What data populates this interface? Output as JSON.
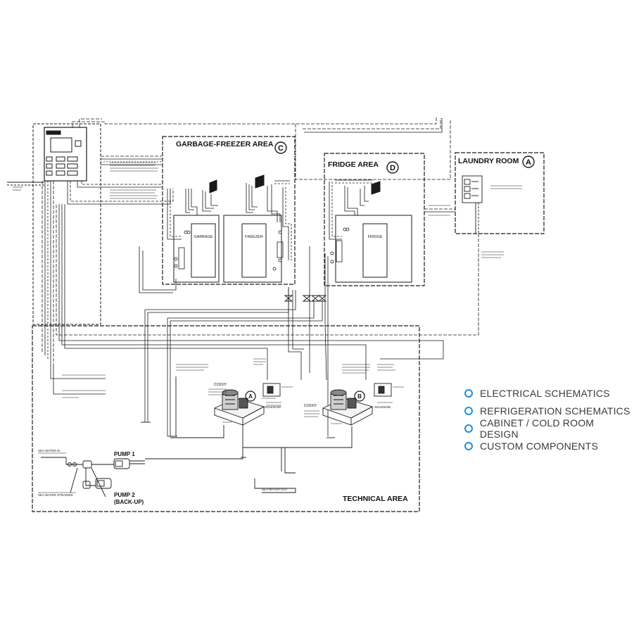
{
  "areas": {
    "garbage_freezer": {
      "title": "GARBAGE-FREEZER AREA",
      "marker": "C"
    },
    "fridge": {
      "title": "FRIDGE AREA",
      "marker": "D"
    },
    "laundry": {
      "title": "LAUNDRY ROOM",
      "marker": "A"
    },
    "technical": {
      "title": "TECHNICAL AREA"
    }
  },
  "cabinets": {
    "garbage": "GARBAGE",
    "freezer": "FREEZER",
    "fridge": "FRIDGE"
  },
  "units": {
    "unit_a": {
      "marker": "A",
      "model": "D1500Y"
    },
    "unit_b": {
      "marker": "B",
      "model": "D1500Y"
    }
  },
  "pumps": {
    "pump1": "PUMP 1",
    "pump2_line1": "PUMP 2",
    "pump2_line2": "(BACK-UP)"
  },
  "labels": {
    "sea_water_in": "SEA WATER IN",
    "sea_water_strainer": "SEA WATER STRAINER",
    "sea_water_out": "SEA WATER OUT",
    "solenoid": "SOLENOID"
  },
  "legend": [
    "ELECTRICAL SCHEMATICS",
    "REFRIGERATION SCHEMATICS",
    "CABINET / COLD ROOM DESIGN",
    "CUSTOM COMPONENTS"
  ],
  "colors": {
    "line": "#1a1a1a",
    "accent": "#1f8fd6"
  }
}
